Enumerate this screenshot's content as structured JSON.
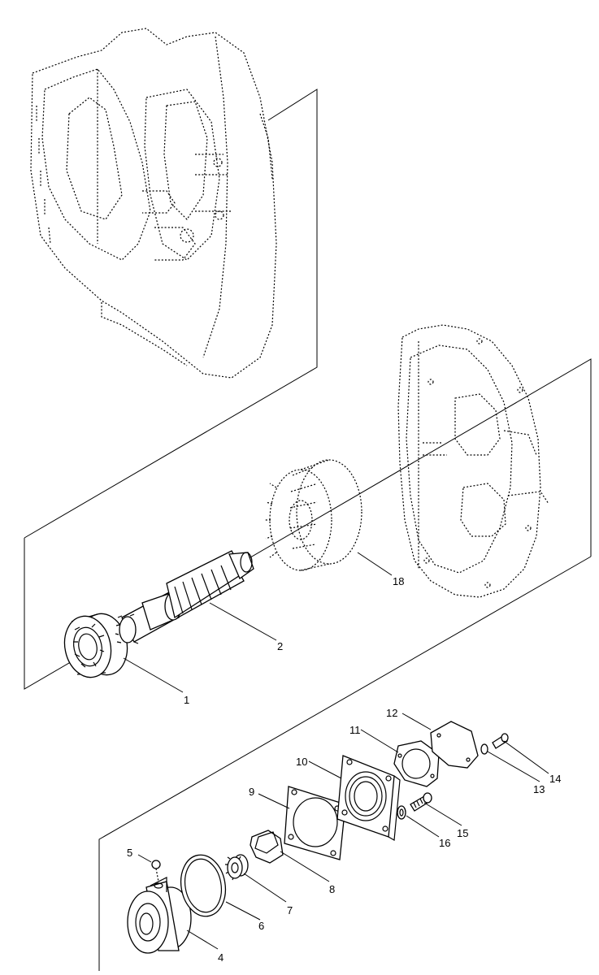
{
  "diagram": {
    "callouts": [
      {
        "id": "1",
        "text": "1"
      },
      {
        "id": "2",
        "text": "2"
      },
      {
        "id": "4",
        "text": "4"
      },
      {
        "id": "5",
        "text": "5"
      },
      {
        "id": "6",
        "text": "6"
      },
      {
        "id": "7",
        "text": "7"
      },
      {
        "id": "8",
        "text": "8"
      },
      {
        "id": "9",
        "text": "9"
      },
      {
        "id": "10",
        "text": "10"
      },
      {
        "id": "11",
        "text": "11"
      },
      {
        "id": "12",
        "text": "12"
      },
      {
        "id": "13",
        "text": "13"
      },
      {
        "id": "14",
        "text": "14"
      },
      {
        "id": "15",
        "text": "15"
      },
      {
        "id": "16",
        "text": "16"
      },
      {
        "id": "18",
        "text": "18"
      }
    ]
  }
}
